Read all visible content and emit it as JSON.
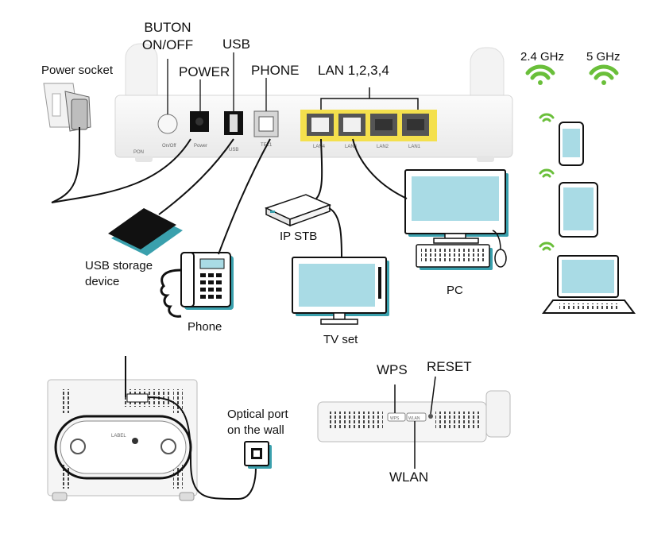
{
  "labels": {
    "power_socket": "Power socket",
    "buton_on_off_line1": "BUTON",
    "buton_on_off_line2": "ON/OFF",
    "power": "POWER",
    "usb": "USB",
    "phone_port": "PHONE",
    "lan_ports": "LAN 1,2,3,4",
    "freq_24": "2.4 GHz",
    "freq_5": "5 GHz",
    "usb_storage_line1": "USB storage",
    "usb_storage_line2": "device",
    "ip_stb": "IP STB",
    "pc": "PC",
    "phone_device": "Phone",
    "tv_set": "TV set",
    "optical_port_line1": "Optical port",
    "optical_port_line2": "on the wall",
    "wps": "WPS",
    "reset": "RESET",
    "wlan": "WLAN"
  },
  "port_tags": {
    "onoff": "On/Off",
    "power": "Power",
    "usb": "USB",
    "tel": "TEL1",
    "lan4": "LAN4",
    "lan3": "LAN3",
    "lan2": "LAN2",
    "lan1": "LAN1",
    "pon": "PON",
    "label_tag": "LABEL",
    "wps_btn": "WPS",
    "wlan_btn": "WLAN"
  },
  "colors": {
    "wifi_green": "#6abf3a",
    "port_yellow": "#f4e04d",
    "screen_blue": "#a9dbe5",
    "teal_shadow": "#3aa0ad",
    "cable": "#111111"
  }
}
